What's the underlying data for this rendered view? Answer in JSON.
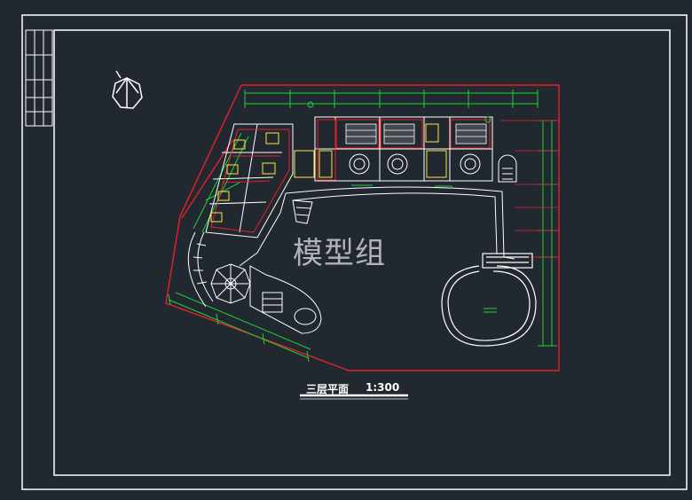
{
  "drawing": {
    "watermark": "模型组",
    "caption": "三层平面",
    "scale": "1:300"
  },
  "colors": {
    "background": "#212830",
    "frame": "#ffffff",
    "wall": "#e8202a",
    "dimension": "#1fd13a",
    "fixture": "#ffe640",
    "line": "#ffffff"
  }
}
